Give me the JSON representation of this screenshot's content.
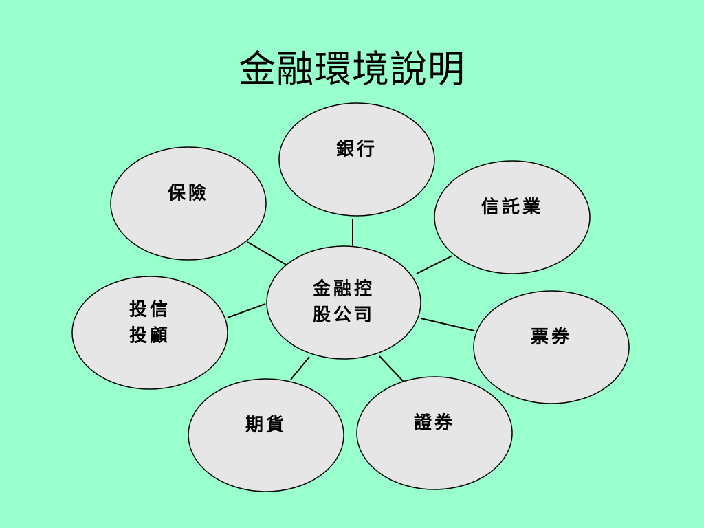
{
  "title": "金融環境說明",
  "colors": {
    "background": "#99ffcc",
    "node_fill": "#e6e6e6",
    "node_stroke": "#000000",
    "connector": "#000000"
  },
  "center": {
    "lines": [
      "金融控",
      "股公司"
    ]
  },
  "nodes": [
    {
      "id": "bank",
      "lines": [
        "銀行"
      ]
    },
    {
      "id": "trust",
      "lines": [
        "信託業"
      ]
    },
    {
      "id": "bills",
      "lines": [
        "票券"
      ]
    },
    {
      "id": "securities",
      "lines": [
        "證券"
      ]
    },
    {
      "id": "futures",
      "lines": [
        "期貨"
      ]
    },
    {
      "id": "investment",
      "lines": [
        "投信",
        "投顧"
      ]
    },
    {
      "id": "insurance",
      "lines": [
        "保險"
      ]
    }
  ]
}
